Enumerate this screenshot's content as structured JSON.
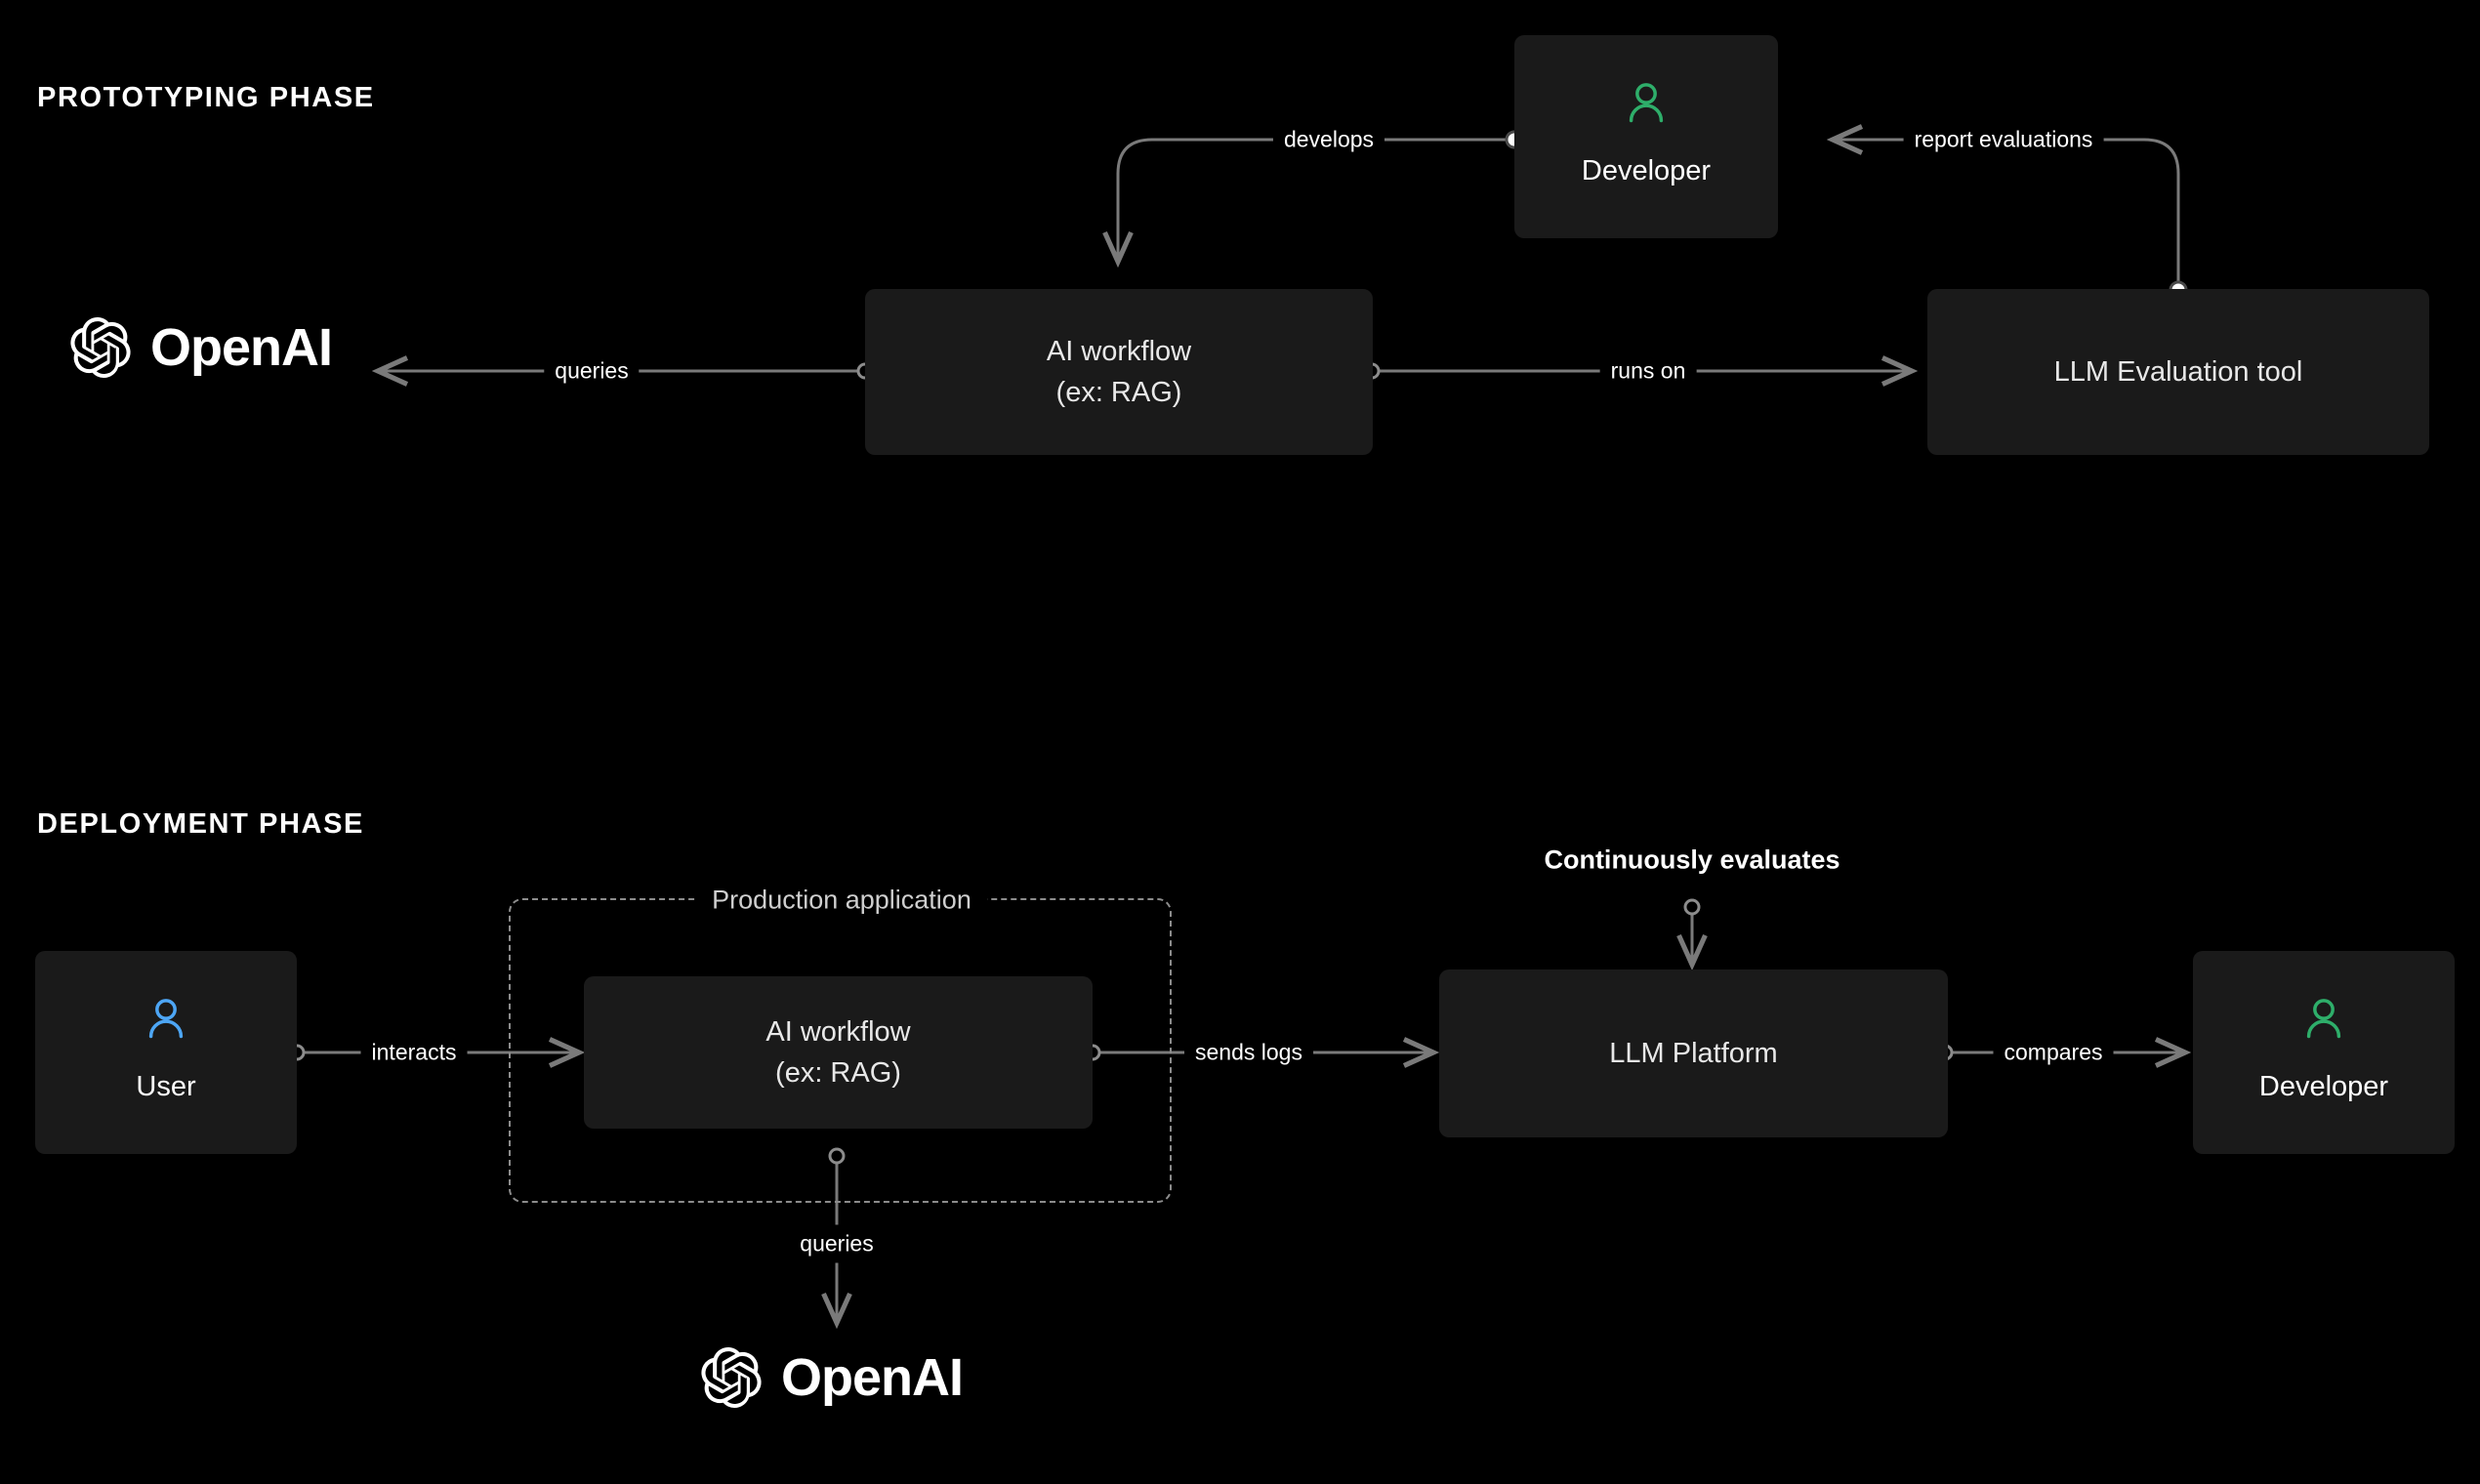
{
  "phases": [
    {
      "id": "prototyping",
      "title": "PROTOTYPING PHASE"
    },
    {
      "id": "deployment",
      "title": "DEPLOYMENT PHASE"
    }
  ],
  "colors": {
    "background": "#000000",
    "node_fill": "#1a1a1a",
    "wire": "#7a7a7a",
    "text_primary": "#ffffff",
    "text_node": "#e8e8e8",
    "developer_icon": "#2eae6a",
    "user_icon": "#4da6f5",
    "dashed_border": "#8c8c8c"
  },
  "prototyping": {
    "nodes": {
      "openai": {
        "label": "OpenAI",
        "icon": "openai-logo"
      },
      "ai_workflow": {
        "label": "AI workflow\n(ex: RAG)"
      },
      "developer": {
        "label": "Developer",
        "icon": "person-icon",
        "icon_color": "#2eae6a"
      },
      "eval_tool": {
        "label": "LLM Evaluation tool"
      }
    },
    "edges": [
      {
        "label": "queries",
        "from": "ai_workflow",
        "to": "openai"
      },
      {
        "label": "runs on",
        "from": "ai_workflow",
        "to": "eval_tool"
      },
      {
        "label": "develops",
        "from": "developer",
        "to": "ai_workflow"
      },
      {
        "label": "report evaluations",
        "from": "eval_tool",
        "to": "developer"
      }
    ]
  },
  "deployment": {
    "group": {
      "title": "Production application"
    },
    "nodes": {
      "user": {
        "label": "User",
        "icon": "person-icon",
        "icon_color": "#4da6f5"
      },
      "ai_workflow": {
        "label": "AI workflow\n(ex: RAG)"
      },
      "llm_platform": {
        "label": "LLM Platform"
      },
      "developer": {
        "label": "Developer",
        "icon": "person-icon",
        "icon_color": "#2eae6a"
      },
      "openai": {
        "label": "OpenAI",
        "icon": "openai-logo"
      }
    },
    "edges": [
      {
        "label": "interacts",
        "from": "user",
        "to": "ai_workflow"
      },
      {
        "label": "sends logs",
        "from": "ai_workflow",
        "to": "llm_platform"
      },
      {
        "label": "compares",
        "from": "llm_platform",
        "to": "developer"
      },
      {
        "label": "queries",
        "from": "ai_workflow",
        "to": "openai"
      },
      {
        "label": "Continuously evaluates",
        "from": "",
        "to": "llm_platform",
        "emphasis": true
      }
    ]
  }
}
